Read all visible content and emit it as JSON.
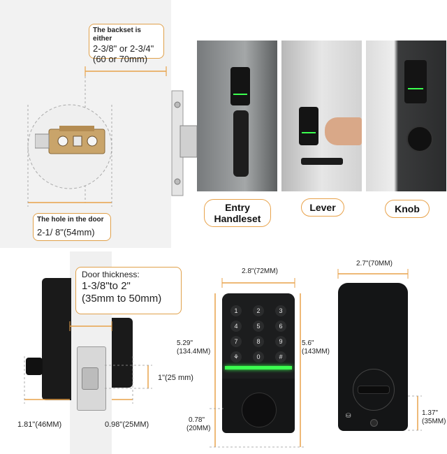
{
  "backset_callout": {
    "title": "The backset is either",
    "line1": "2-3/8\" or 2-3/4\"",
    "line2": "(60 or 70mm)"
  },
  "hole_callout": {
    "title": "The hole in the door",
    "value": "2-1/ 8\"(54mm)"
  },
  "handle_types": {
    "entry_line1": "Entry",
    "entry_line2": "Handleset",
    "lever": "Lever",
    "knob": "Knob"
  },
  "door_thickness": {
    "title": "Door thickness:",
    "line1": "1-3/8\"to 2\"",
    "line2": "(35mm to 50mm)"
  },
  "side_dims": {
    "latch_height": "1\"(25 mm)",
    "depth_left": "1.81\"(46MM)",
    "depth_right": "0.98\"(25MM)"
  },
  "front_dims": {
    "width": "2.8\"(72MM)",
    "height_in": "5.29\"",
    "height_mm": "(134.4MM)",
    "bottom_in": "0.78\"",
    "bottom_mm": "(20MM)",
    "total_in": "5.6\"",
    "total_mm": "(143MM)"
  },
  "back_dims": {
    "width": "2.7\"(70MM)",
    "bottom_in": "1.37\"",
    "bottom_mm": "(35MM)"
  },
  "keypad": {
    "keys": [
      "1",
      "2",
      "3",
      "4",
      "5",
      "6",
      "7",
      "8",
      "9",
      "⚘",
      "0",
      "#"
    ]
  },
  "colors": {
    "accent": "#e8a24a",
    "led": "#3bff4f",
    "lock_body": "#151617"
  }
}
